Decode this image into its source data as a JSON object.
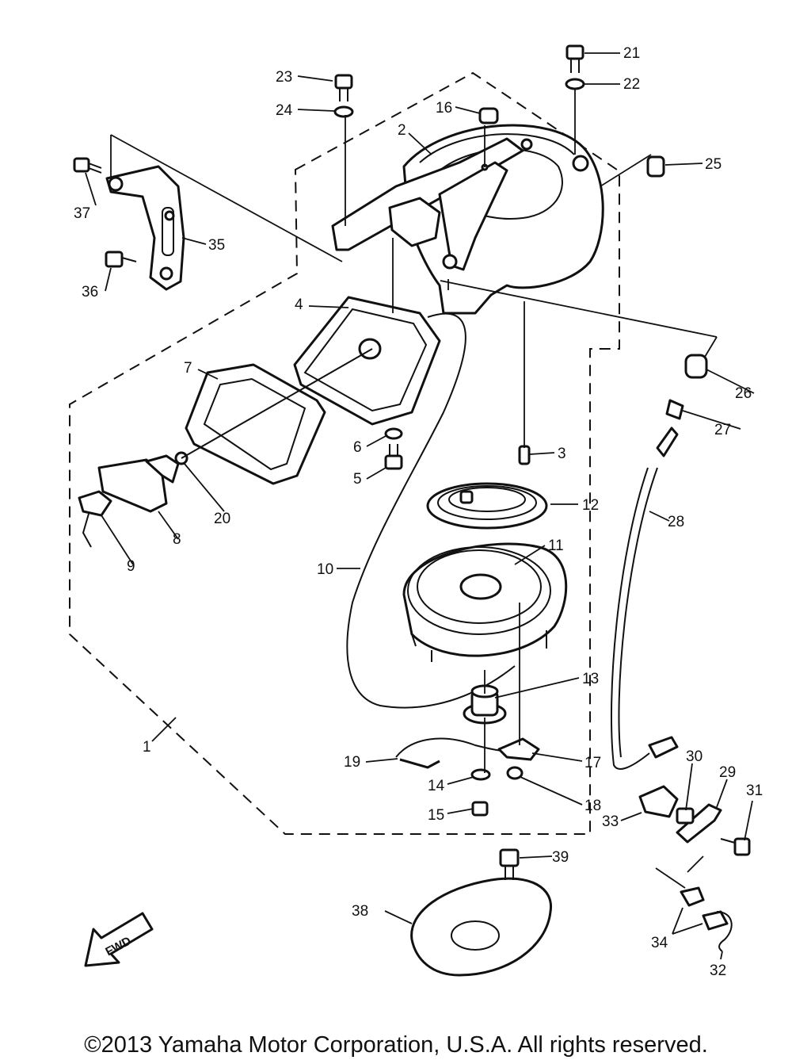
{
  "diagram": {
    "parts": [
      {
        "id": "1",
        "label": "1"
      },
      {
        "id": "2",
        "label": "2"
      },
      {
        "id": "3",
        "label": "3"
      },
      {
        "id": "4",
        "label": "4"
      },
      {
        "id": "5",
        "label": "5"
      },
      {
        "id": "6",
        "label": "6"
      },
      {
        "id": "7",
        "label": "7"
      },
      {
        "id": "8",
        "label": "8"
      },
      {
        "id": "9",
        "label": "9"
      },
      {
        "id": "10",
        "label": "10"
      },
      {
        "id": "11",
        "label": "11"
      },
      {
        "id": "12",
        "label": "12"
      },
      {
        "id": "13",
        "label": "13"
      },
      {
        "id": "14",
        "label": "14"
      },
      {
        "id": "15",
        "label": "15"
      },
      {
        "id": "16",
        "label": "16"
      },
      {
        "id": "17",
        "label": "17"
      },
      {
        "id": "18",
        "label": "18"
      },
      {
        "id": "19",
        "label": "19"
      },
      {
        "id": "20",
        "label": "20"
      },
      {
        "id": "21",
        "label": "21"
      },
      {
        "id": "22",
        "label": "22"
      },
      {
        "id": "23",
        "label": "23"
      },
      {
        "id": "24",
        "label": "24"
      },
      {
        "id": "25",
        "label": "25"
      },
      {
        "id": "26",
        "label": "26"
      },
      {
        "id": "27",
        "label": "27"
      },
      {
        "id": "28",
        "label": "28"
      },
      {
        "id": "29",
        "label": "29"
      },
      {
        "id": "30",
        "label": "30"
      },
      {
        "id": "31",
        "label": "31"
      },
      {
        "id": "32",
        "label": "32"
      },
      {
        "id": "33",
        "label": "33"
      },
      {
        "id": "34",
        "label": "34"
      },
      {
        "id": "35",
        "label": "35"
      },
      {
        "id": "36",
        "label": "36"
      },
      {
        "id": "37",
        "label": "37"
      },
      {
        "id": "38",
        "label": "38"
      },
      {
        "id": "39",
        "label": "39"
      }
    ],
    "direction_marker": "FWD"
  },
  "footer": {
    "copyright": "©2013 Yamaha Motor Corporation, U.S.A. All rights reserved."
  }
}
